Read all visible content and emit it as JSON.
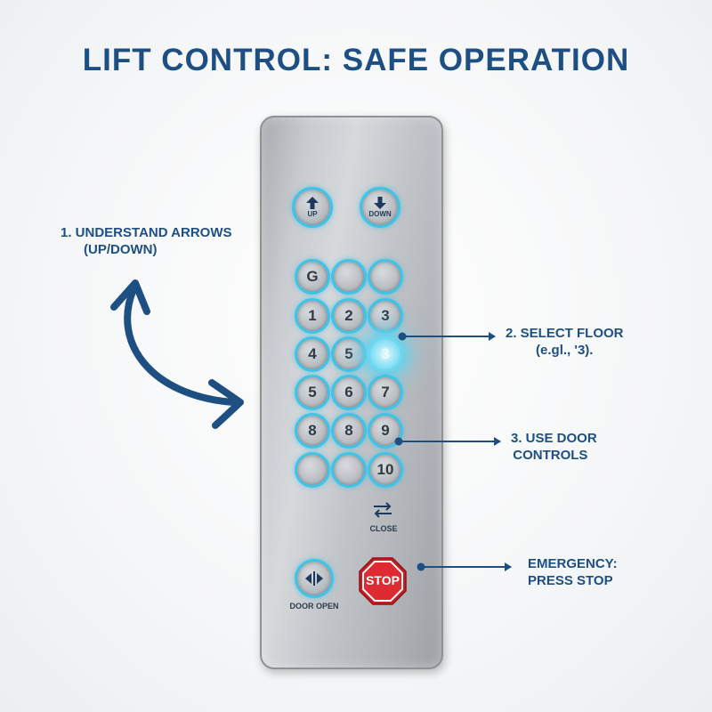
{
  "title": "LIFT CONTROL: SAFE OPERATION",
  "direction_buttons": [
    {
      "label": "UP",
      "icon": "arrow-up-icon"
    },
    {
      "label": "DOWN",
      "icon": "arrow-down-icon"
    }
  ],
  "floor_grid": [
    [
      "G",
      "",
      ""
    ],
    [
      "1",
      "2",
      "3"
    ],
    [
      "4",
      "5",
      "3"
    ],
    [
      "5",
      "6",
      "7"
    ],
    [
      "8",
      "8",
      "9"
    ],
    [
      "",
      "",
      "10"
    ]
  ],
  "selected_button": {
    "row": 2,
    "col": 2
  },
  "close_control": {
    "label": "CLOSE",
    "icon": "door-close-arrows-icon"
  },
  "door_open": {
    "label": "DOOR OPEN",
    "icon": "door-open-arrows-icon"
  },
  "stop_button": {
    "label": "STOP",
    "icon": "stop-octagon-icon"
  },
  "callouts": {
    "step1": [
      "1. UNDERSTAND ARROWS",
      "(UP/DOWN)"
    ],
    "step2": [
      "2. SELECT FLOOR",
      "(e.gl., '3)."
    ],
    "step3": [
      "3. USE DOOR",
      "CONTROLS"
    ],
    "step4": [
      "EMERGENCY:",
      "PRESS STOP"
    ]
  },
  "colors": {
    "title": "#1d4f82",
    "button_ring": "#3fc3e6",
    "stop_red": "#d8262c",
    "arrow_navy": "#1d4f82"
  }
}
